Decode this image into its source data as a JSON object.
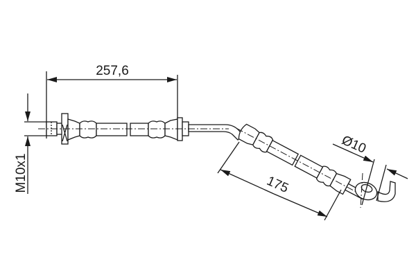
{
  "drawing": {
    "title": "Brake hose dimension drawing",
    "dimensions": {
      "length_straight": "257,6",
      "thread": "M10x1",
      "length_angled": "175",
      "banjo_diameter": "Ø10"
    },
    "colors": {
      "line": "#1a1a1a",
      "background": "#ffffff"
    }
  }
}
